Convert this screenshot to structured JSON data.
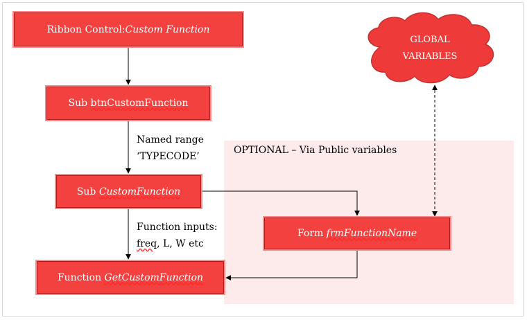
{
  "optional_region": {
    "label": "OPTIONAL  – Via Public variables"
  },
  "cloud": {
    "line1": "GLOBAL",
    "line2": "VARIABLES"
  },
  "nodes": {
    "ribbon": {
      "prefix": "Ribbon Control: ",
      "name": "Custom Function"
    },
    "sub_btn": {
      "prefix": "Sub ",
      "name": "btnCustomFunction"
    },
    "sub_custom": {
      "prefix": "Sub ",
      "name": "CustomFunction"
    },
    "form": {
      "prefix": "Form ",
      "name": "frmFunctionName"
    },
    "function": {
      "prefix": "Function ",
      "name": "GetCustomFunction"
    }
  },
  "edge_labels": {
    "named_range": {
      "line1": "Named range",
      "line2": "‘TYPECODE’"
    },
    "function_inputs": {
      "line1": "Function inputs:",
      "line2_a": "freq",
      "line2_b": ", L, W etc"
    }
  },
  "colors": {
    "box_fill": "#f2413f",
    "box_glow": "#fb8b8a",
    "cloud_fill": "#ee3b3a",
    "optional_bg": "#fdeaea"
  }
}
